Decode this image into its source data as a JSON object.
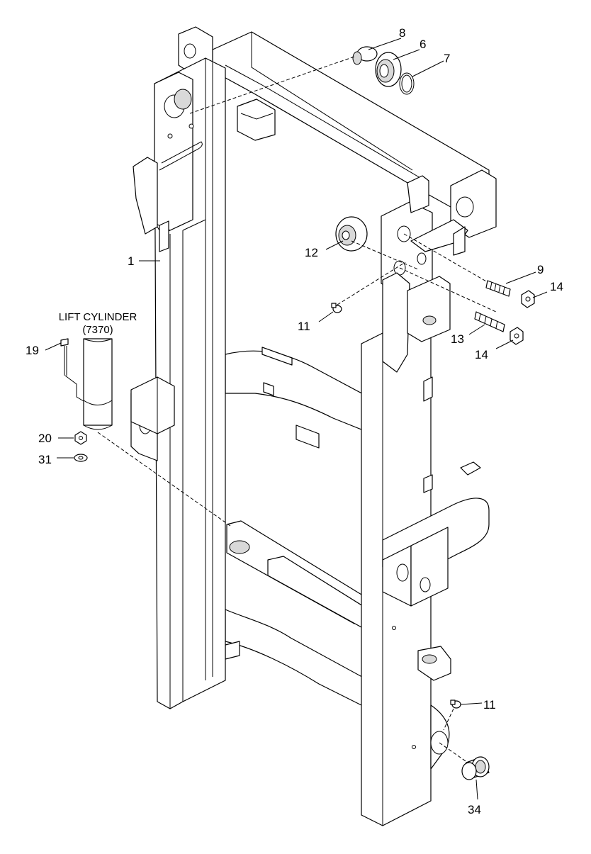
{
  "assembly": {
    "title": "LIFT CYLINDER",
    "code": "(7370)"
  },
  "callouts": [
    {
      "id": "c8",
      "text": "8"
    },
    {
      "id": "c6",
      "text": "6"
    },
    {
      "id": "c7",
      "text": "7"
    },
    {
      "id": "c1",
      "text": "1"
    },
    {
      "id": "c12",
      "text": "12"
    },
    {
      "id": "c9",
      "text": "9"
    },
    {
      "id": "c14a",
      "text": "14"
    },
    {
      "id": "c11a",
      "text": "11"
    },
    {
      "id": "c13",
      "text": "13"
    },
    {
      "id": "c14b",
      "text": "14"
    },
    {
      "id": "c19",
      "text": "19"
    },
    {
      "id": "c20",
      "text": "20"
    },
    {
      "id": "c31",
      "text": "31"
    },
    {
      "id": "c11b",
      "text": "11"
    },
    {
      "id": "c34",
      "text": "34"
    }
  ]
}
